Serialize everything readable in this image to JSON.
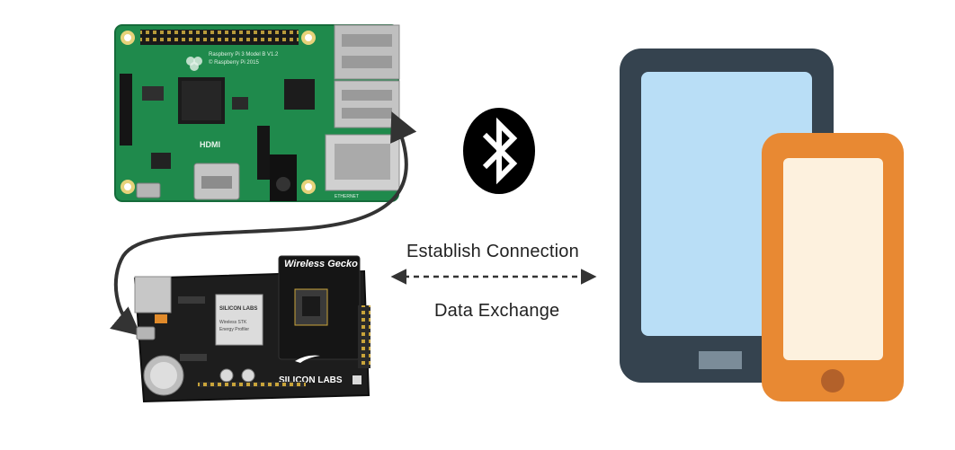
{
  "labels": {
    "establish": "Establish Connection",
    "exchange": "Data Exchange"
  },
  "raspberry_pi": {
    "silkscreen_line1": "Raspberry Pi 3 Model B V1.2",
    "silkscreen_line2": "© Raspberry Pi 2015",
    "hdmi_text": "HDMI",
    "ethernet_text": "ETHERNET"
  },
  "gecko_board": {
    "header_text": "Wireless Gecko",
    "brand_text": "SILICON LABS",
    "lcd_line1": "SILICON LABS",
    "lcd_line2": "Wireless STK",
    "lcd_line3": "Energy Profiler"
  },
  "icons": {
    "bluetooth": "bluetooth-icon",
    "tablet": "tablet-icon",
    "phone": "phone-icon"
  },
  "colors": {
    "pcb_green": "#1f8a4c",
    "tablet_frame": "#35434f",
    "tablet_screen": "#b9def6",
    "phone_frame": "#e88933",
    "phone_screen": "#fdf1de",
    "arrow": "#333333"
  }
}
